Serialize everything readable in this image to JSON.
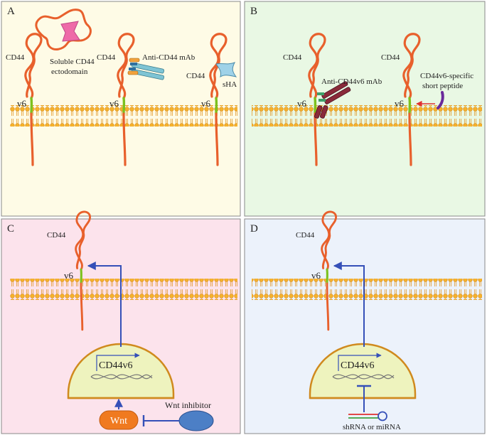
{
  "colors": {
    "panel_a_bg": "#FEFBE6",
    "panel_b_bg": "#E9F8E4",
    "panel_c_bg": "#FCE3EC",
    "panel_d_bg": "#ECF2FB",
    "cd44_strand": "#E8602C",
    "v6_segment": "#7CC11E",
    "membrane": "#F0A020",
    "arrow_blue": "#3550B8",
    "arrow_red": "#E03030",
    "nucleus_fill": "#EEF3BE",
    "nucleus_stroke": "#D08A1E",
    "wnt_fill": "#F07A20",
    "inhibitor_fill": "#4C7FC6",
    "ectodomain_pink": "#EE6AA8",
    "mab_teal": "#7EC4D4",
    "mab_dark_red": "#8A2A3A",
    "sha_blue": "#9FD2E8",
    "peptide_purple": "#6A2A9A"
  },
  "panels": {
    "a": {
      "letter": "A",
      "labels": {
        "cd44_1": "CD44",
        "cd44_2": "CD44",
        "cd44_3": "CD44",
        "v6_1": "v6",
        "v6_2": "v6",
        "v6_3": "v6",
        "soluble_line1": "Soluble CD44",
        "soluble_line2": "ectodomain",
        "anti_cd44_mab": "Anti-CD44 mAb",
        "sha": "sHA"
      }
    },
    "b": {
      "letter": "B",
      "labels": {
        "cd44_1": "CD44",
        "cd44_2": "CD44",
        "v6_1": "v6",
        "v6_2": "v6",
        "anti_cd44v6_mab": "Anti-CD44v6 mAb",
        "peptide_line1": "CD44v6-specific",
        "peptide_line2": "short peptide"
      }
    },
    "c": {
      "letter": "C",
      "labels": {
        "cd44": "CD44",
        "v6": "v6",
        "gene": "CD44v6",
        "wnt": "Wnt",
        "wnt_inhibitor": "Wnt  inhibitor"
      }
    },
    "d": {
      "letter": "D",
      "labels": {
        "cd44": "CD44",
        "v6": "v6",
        "gene": "CD44v6",
        "shrna": "shRNA or miRNA"
      }
    }
  }
}
